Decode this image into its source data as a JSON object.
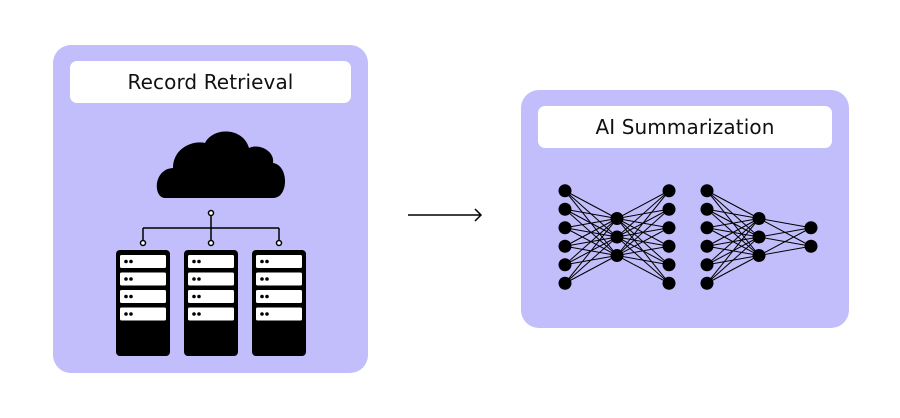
{
  "colors": {
    "panel": "#c2bdfb",
    "title_bg": "#ffffff",
    "ink": "#000000",
    "background": "#ffffff"
  },
  "steps": [
    {
      "title": "Record Retrieval",
      "icon": "cloud-database-icon",
      "servers": 3,
      "server_slots_per_rack": 4,
      "led_dots_per_slot": 2
    },
    {
      "title": "AI Summarization",
      "icon": "neural-network-icon",
      "networks": [
        {
          "layers": [
            6,
            3,
            6
          ]
        },
        {
          "layers": [
            6,
            3,
            2
          ]
        }
      ]
    }
  ],
  "connector": {
    "icon": "arrow-right-icon"
  }
}
